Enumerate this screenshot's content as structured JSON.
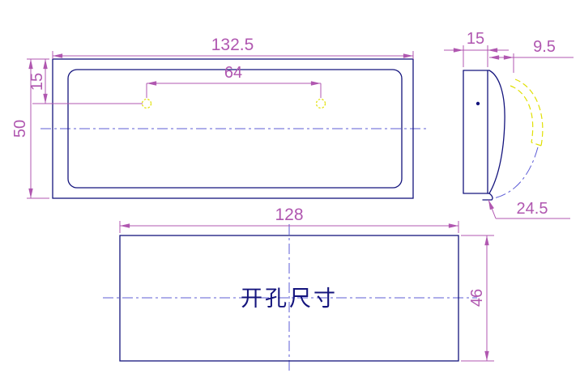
{
  "colors": {
    "outline": "#14147d",
    "dimension": "#b057b0",
    "centerline": "#5c5cd6",
    "highlight": "#e0e000",
    "background": "#ffffff"
  },
  "front_view": {
    "overall_width": "132.5",
    "hole_spacing": "64",
    "overall_height": "50",
    "hole_offset_from_top": "15"
  },
  "side_view": {
    "frame_depth": "15",
    "bulge_depth": "9.5",
    "handle_swing": "24.5"
  },
  "cutout_view": {
    "label": "开孔尺寸",
    "cutout_width": "128",
    "cutout_height": "46"
  }
}
